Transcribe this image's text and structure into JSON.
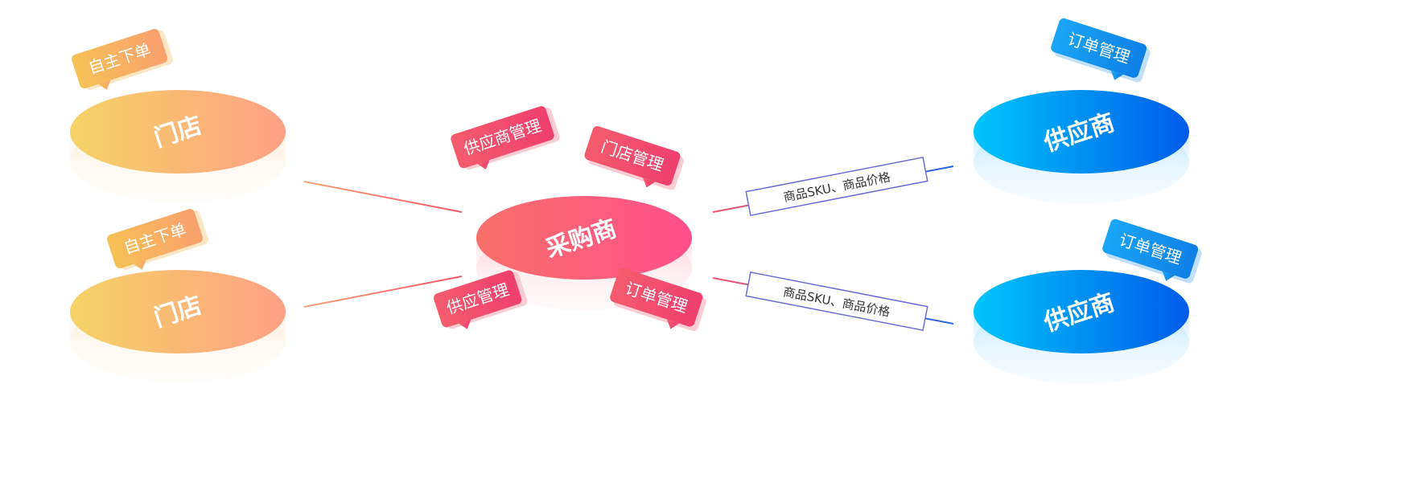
{
  "nodes": {
    "store_top": {
      "label": "门店",
      "tag": "自主下单"
    },
    "store_bottom": {
      "label": "门店",
      "tag": "自主下单"
    },
    "purchaser": {
      "label": "采购商",
      "tags": [
        "供应商管理",
        "门店管理",
        "供应管理",
        "订单管理"
      ]
    },
    "supplier_top": {
      "label": "供应商",
      "tag": "订单管理"
    },
    "supplier_bottom": {
      "label": "供应商",
      "tag": "订单管理"
    }
  },
  "edges": {
    "purchaser_to_supplier_top": "商品SKU、商品价格",
    "purchaser_to_supplier_bottom": "商品SKU、商品价格"
  },
  "colors": {
    "store": [
      "#f6d365",
      "#fda085"
    ],
    "purchaser": [
      "#f7706a",
      "#ff4f8b"
    ],
    "supplier": [
      "#00c6fb",
      "#005bea"
    ],
    "tag_pink": "#f3576e",
    "tag_blue": "#168ff0"
  }
}
